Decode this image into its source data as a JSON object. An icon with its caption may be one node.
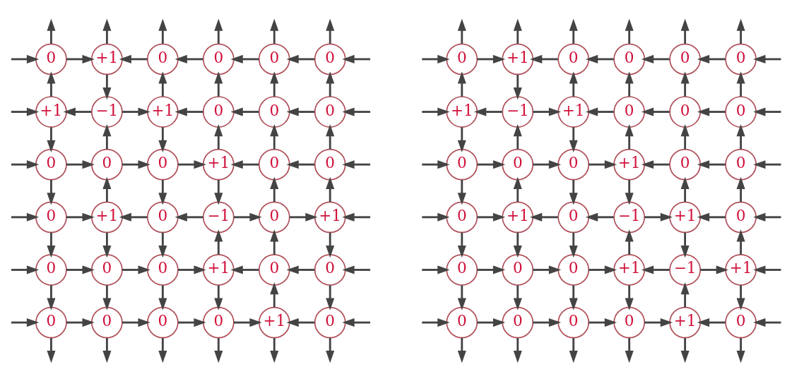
{
  "diagram": {
    "nodes": [
      {
        "text": [
          "0"
        ]
      },
      {
        "text": [
          "+1"
        ]
      },
      {
        "text": [
          "0"
        ]
      },
      {
        "text": [
          "0"
        ]
      },
      {
        "text": [
          "0"
        ]
      },
      {
        "text": [
          "0"
        ]
      },
      {
        "text": [
          "+1"
        ]
      },
      {
        "text": [
          "−1"
        ]
      },
      {
        "text": [
          "+1"
        ]
      },
      {
        "text": [
          "0"
        ]
      },
      {
        "text": [
          "0"
        ]
      },
      {
        "text": [
          "0"
        ]
      },
      {
        "text": [
          "0"
        ]
      },
      {
        "text": [
          "0"
        ]
      },
      {
        "text": [
          "0"
        ]
      },
      {
        "text": [
          "+1"
        ]
      },
      {
        "text": [
          "0"
        ]
      },
      {
        "text": [
          "0"
        ]
      },
      {
        "text": [
          "0"
        ]
      },
      {
        "text": [
          "+1"
        ]
      },
      {
        "text": [
          "0"
        ]
      },
      {
        "text": [
          "−1"
        ]
      },
      {
        "text": [
          "0"
        ]
      },
      {
        "text": [
          "+1"
        ]
      },
      {
        "text": [
          "0"
        ]
      },
      {
        "text": [
          "0"
        ]
      },
      {
        "text": [
          "0"
        ]
      },
      {
        "text": [
          "+1"
        ]
      },
      {
        "text": [
          "0"
        ]
      },
      {
        "text": [
          "0"
        ]
      },
      {
        "text": [
          "0"
        ]
      },
      {
        "text": [
          "0"
        ]
      },
      {
        "text": [
          "0"
        ]
      },
      {
        "text": [
          "0"
        ]
      },
      {
        "text": [
          "+1"
        ]
      },
      {
        "text": [
          "0"
        ]
      },
      {
        "text": [
          "0"
        ]
      },
      {
        "text": [
          "+1"
        ]
      },
      {
        "text": [
          "0"
        ]
      },
      {
        "text": [
          "0"
        ]
      },
      {
        "text": [
          "0"
        ]
      },
      {
        "text": [
          "0"
        ]
      },
      {
        "text": [
          "+1"
        ]
      },
      {
        "text": [
          "−1"
        ]
      },
      {
        "text": [
          "+1"
        ]
      },
      {
        "text": [
          "0"
        ]
      },
      {
        "text": [
          "0"
        ]
      },
      {
        "text": [
          "0"
        ]
      },
      {
        "text": [
          "0"
        ]
      },
      {
        "text": [
          "0"
        ]
      },
      {
        "text": [
          "0"
        ]
      },
      {
        "text": [
          "+1"
        ]
      },
      {
        "text": [
          "0"
        ]
      },
      {
        "text": [
          "0"
        ]
      },
      {
        "text": [
          "0"
        ]
      },
      {
        "text": [
          "+1"
        ]
      },
      {
        "text": [
          "0"
        ]
      },
      {
        "text": [
          "−1"
        ]
      },
      {
        "text": [
          "+1"
        ]
      },
      {
        "text": [
          "0"
        ]
      },
      {
        "text": [
          "0"
        ]
      },
      {
        "text": [
          "0"
        ]
      },
      {
        "text": [
          "0"
        ]
      },
      {
        "text": [
          "+1"
        ]
      },
      {
        "text": [
          "−1"
        ]
      },
      {
        "text": [
          "+1"
        ]
      },
      {
        "text": [
          "0"
        ]
      },
      {
        "text": [
          "0"
        ]
      },
      {
        "text": [
          "0"
        ]
      },
      {
        "text": [
          "0"
        ]
      },
      {
        "text": [
          "+1"
        ]
      },
      {
        "text": [
          "0"
        ]
      }
    ],
    "edges": [
      {
        "from": null,
        "to": 0,
        "arrow": "to"
      },
      {
        "from": 0,
        "to": 1,
        "arrow": "to"
      },
      {
        "from": 2,
        "to": 1,
        "arrow": "to"
      },
      {
        "from": 3,
        "to": 2,
        "arrow": "to"
      },
      {
        "from": 4,
        "to": 3,
        "arrow": "to"
      },
      {
        "from": 5,
        "to": 4,
        "arrow": "to"
      },
      {
        "from": null,
        "to": 5,
        "arrow": "to"
      },
      {
        "from": null,
        "to": 6,
        "arrow": "to"
      },
      {
        "from": 7,
        "to": 6,
        "arrow": "to"
      },
      {
        "from": 7,
        "to": 8,
        "arrow": "to"
      },
      {
        "from": 9,
        "to": 8,
        "arrow": "to"
      },
      {
        "from": 10,
        "to": 9,
        "arrow": "to"
      },
      {
        "from": 11,
        "to": 10,
        "arrow": "to"
      },
      {
        "from": null,
        "to": 11,
        "arrow": "to"
      },
      {
        "from": null,
        "to": 12,
        "arrow": "to"
      },
      {
        "from": 12,
        "to": 13,
        "arrow": "to"
      },
      {
        "from": 13,
        "to": 14,
        "arrow": "to"
      },
      {
        "from": 14,
        "to": 15,
        "arrow": "to"
      },
      {
        "from": 16,
        "to": 15,
        "arrow": "to"
      },
      {
        "from": 17,
        "to": 16,
        "arrow": "to"
      },
      {
        "from": null,
        "to": 17,
        "arrow": "to"
      },
      {
        "from": null,
        "to": 18,
        "arrow": "to"
      },
      {
        "from": 18,
        "to": 19,
        "arrow": "to"
      },
      {
        "from": 20,
        "to": 19,
        "arrow": "to"
      },
      {
        "from": 21,
        "to": 20,
        "arrow": "to"
      },
      {
        "from": 21,
        "to": 22,
        "arrow": "to"
      },
      {
        "from": 22,
        "to": 23,
        "arrow": "to"
      },
      {
        "from": null,
        "to": 23,
        "arrow": "to"
      },
      {
        "from": null,
        "to": 24,
        "arrow": "to"
      },
      {
        "from": 24,
        "to": 25,
        "arrow": "to"
      },
      {
        "from": 25,
        "to": 26,
        "arrow": "to"
      },
      {
        "from": 26,
        "to": 27,
        "arrow": "to"
      },
      {
        "from": 28,
        "to": 27,
        "arrow": "to"
      },
      {
        "from": 29,
        "to": 28,
        "arrow": "to"
      },
      {
        "from": null,
        "to": 29,
        "arrow": "to"
      },
      {
        "from": null,
        "to": 30,
        "arrow": "to"
      },
      {
        "from": 30,
        "to": 31,
        "arrow": "to"
      },
      {
        "from": 31,
        "to": 32,
        "arrow": "to"
      },
      {
        "from": 32,
        "to": 33,
        "arrow": "to"
      },
      {
        "from": 33,
        "to": 34,
        "arrow": "to"
      },
      {
        "from": 35,
        "to": 34,
        "arrow": "to"
      },
      {
        "from": null,
        "to": 35,
        "arrow": "to"
      },
      {
        "from": 0,
        "to": null,
        "arrow": "to"
      },
      {
        "from": 6,
        "to": 0,
        "arrow": "to"
      },
      {
        "from": 6,
        "to": 12,
        "arrow": "to"
      },
      {
        "from": 12,
        "to": 18,
        "arrow": "to"
      },
      {
        "from": 18,
        "to": 24,
        "arrow": "to"
      },
      {
        "from": 24,
        "to": 30,
        "arrow": "to"
      },
      {
        "from": 30,
        "to": null,
        "arrow": "to"
      },
      {
        "from": 1,
        "to": null,
        "arrow": "to"
      },
      {
        "from": 1,
        "to": 7,
        "arrow": "to"
      },
      {
        "from": 13,
        "to": 7,
        "arrow": "to"
      },
      {
        "from": 19,
        "to": 13,
        "arrow": "to"
      },
      {
        "from": 19,
        "to": 25,
        "arrow": "to"
      },
      {
        "from": 25,
        "to": 31,
        "arrow": "to"
      },
      {
        "from": 31,
        "to": null,
        "arrow": "to"
      },
      {
        "from": 2,
        "to": null,
        "arrow": "to"
      },
      {
        "from": 8,
        "to": 2,
        "arrow": "to"
      },
      {
        "from": 8,
        "to": 14,
        "arrow": "to"
      },
      {
        "from": 14,
        "to": 20,
        "arrow": "to"
      },
      {
        "from": 20,
        "to": 26,
        "arrow": "to"
      },
      {
        "from": 26,
        "to": 32,
        "arrow": "to"
      },
      {
        "from": 32,
        "to": null,
        "arrow": "to"
      },
      {
        "from": 3,
        "to": null,
        "arrow": "to"
      },
      {
        "from": 9,
        "to": 3,
        "arrow": "to"
      },
      {
        "from": 15,
        "to": 9,
        "arrow": "to"
      },
      {
        "from": 15,
        "to": 21,
        "arrow": "to"
      },
      {
        "from": 27,
        "to": 21,
        "arrow": "to"
      },
      {
        "from": 27,
        "to": 33,
        "arrow": "to"
      },
      {
        "from": 33,
        "to": null,
        "arrow": "to"
      },
      {
        "from": 4,
        "to": null,
        "arrow": "to"
      },
      {
        "from": 10,
        "to": 4,
        "arrow": "to"
      },
      {
        "from": 16,
        "to": 10,
        "arrow": "to"
      },
      {
        "from": 22,
        "to": 16,
        "arrow": "to"
      },
      {
        "from": 28,
        "to": 22,
        "arrow": "to"
      },
      {
        "from": 34,
        "to": 28,
        "arrow": "to"
      },
      {
        "from": 34,
        "to": null,
        "arrow": "to"
      },
      {
        "from": 5,
        "to": null,
        "arrow": "to"
      },
      {
        "from": 11,
        "to": 5,
        "arrow": "to"
      },
      {
        "from": 17,
        "to": 11,
        "arrow": "to"
      },
      {
        "from": 23,
        "to": 17,
        "arrow": "to"
      },
      {
        "from": 23,
        "to": 29,
        "arrow": "to"
      },
      {
        "from": 29,
        "to": 35,
        "arrow": "to"
      },
      {
        "from": 35,
        "to": null,
        "arrow": "to"
      },
      {
        "from": null,
        "to": 36,
        "arrow": "to"
      },
      {
        "from": 36,
        "to": 37,
        "arrow": "to"
      },
      {
        "from": 38,
        "to": 37,
        "arrow": "to"
      },
      {
        "from": 39,
        "to": 38,
        "arrow": "to"
      },
      {
        "from": 40,
        "to": 39,
        "arrow": "to"
      },
      {
        "from": 41,
        "to": 40,
        "arrow": "to"
      },
      {
        "from": null,
        "to": 41,
        "arrow": "to"
      },
      {
        "from": null,
        "to": 42,
        "arrow": "to"
      },
      {
        "from": 43,
        "to": 42,
        "arrow": "to"
      },
      {
        "from": 43,
        "to": 44,
        "arrow": "to"
      },
      {
        "from": 45,
        "to": 44,
        "arrow": "to"
      },
      {
        "from": 46,
        "to": 45,
        "arrow": "to"
      },
      {
        "from": 47,
        "to": 46,
        "arrow": "to"
      },
      {
        "from": null,
        "to": 47,
        "arrow": "to"
      },
      {
        "from": null,
        "to": 48,
        "arrow": "to"
      },
      {
        "from": 48,
        "to": 49,
        "arrow": "to"
      },
      {
        "from": 49,
        "to": 50,
        "arrow": "to"
      },
      {
        "from": 50,
        "to": 51,
        "arrow": "to"
      },
      {
        "from": 52,
        "to": 51,
        "arrow": "to"
      },
      {
        "from": 53,
        "to": 52,
        "arrow": "to"
      },
      {
        "from": null,
        "to": 53,
        "arrow": "to"
      },
      {
        "from": null,
        "to": 54,
        "arrow": "to"
      },
      {
        "from": 54,
        "to": 55,
        "arrow": "to"
      },
      {
        "from": 56,
        "to": 55,
        "arrow": "to"
      },
      {
        "from": 57,
        "to": 56,
        "arrow": "to"
      },
      {
        "from": 57,
        "to": 58,
        "arrow": "to"
      },
      {
        "from": 59,
        "to": 58,
        "arrow": "to"
      },
      {
        "from": null,
        "to": 59,
        "arrow": "to"
      },
      {
        "from": null,
        "to": 60,
        "arrow": "to"
      },
      {
        "from": 60,
        "to": 61,
        "arrow": "to"
      },
      {
        "from": 61,
        "to": 62,
        "arrow": "to"
      },
      {
        "from": 62,
        "to": 63,
        "arrow": "to"
      },
      {
        "from": 64,
        "to": 63,
        "arrow": "to"
      },
      {
        "from": 64,
        "to": 65,
        "arrow": "to"
      },
      {
        "from": null,
        "to": 65,
        "arrow": "to"
      },
      {
        "from": null,
        "to": 66,
        "arrow": "to"
      },
      {
        "from": 66,
        "to": 67,
        "arrow": "to"
      },
      {
        "from": 67,
        "to": 68,
        "arrow": "to"
      },
      {
        "from": 68,
        "to": 69,
        "arrow": "to"
      },
      {
        "from": 69,
        "to": 70,
        "arrow": "to"
      },
      {
        "from": 71,
        "to": 70,
        "arrow": "to"
      },
      {
        "from": null,
        "to": 71,
        "arrow": "to"
      },
      {
        "from": 36,
        "to": null,
        "arrow": "to"
      },
      {
        "from": 42,
        "to": 36,
        "arrow": "to"
      },
      {
        "from": 42,
        "to": 48,
        "arrow": "to"
      },
      {
        "from": 48,
        "to": 54,
        "arrow": "to"
      },
      {
        "from": 54,
        "to": 60,
        "arrow": "to"
      },
      {
        "from": 60,
        "to": 66,
        "arrow": "to"
      },
      {
        "from": 66,
        "to": null,
        "arrow": "to"
      },
      {
        "from": 37,
        "to": null,
        "arrow": "to"
      },
      {
        "from": 37,
        "to": 43,
        "arrow": "to"
      },
      {
        "from": 49,
        "to": 43,
        "arrow": "to"
      },
      {
        "from": 55,
        "to": 49,
        "arrow": "to"
      },
      {
        "from": 55,
        "to": 61,
        "arrow": "to"
      },
      {
        "from": 61,
        "to": 67,
        "arrow": "to"
      },
      {
        "from": 67,
        "to": null,
        "arrow": "to"
      },
      {
        "from": 38,
        "to": null,
        "arrow": "to"
      },
      {
        "from": 44,
        "to": 38,
        "arrow": "to"
      },
      {
        "from": 44,
        "to": 50,
        "arrow": "to"
      },
      {
        "from": 50,
        "to": 56,
        "arrow": "to"
      },
      {
        "from": 56,
        "to": 62,
        "arrow": "to"
      },
      {
        "from": 62,
        "to": 68,
        "arrow": "to"
      },
      {
        "from": 68,
        "to": null,
        "arrow": "to"
      },
      {
        "from": 39,
        "to": null,
        "arrow": "to"
      },
      {
        "from": 45,
        "to": 39,
        "arrow": "to"
      },
      {
        "from": 51,
        "to": 45,
        "arrow": "to"
      },
      {
        "from": 51,
        "to": 57,
        "arrow": "to"
      },
      {
        "from": 63,
        "to": 57,
        "arrow": "to"
      },
      {
        "from": 63,
        "to": 69,
        "arrow": "to"
      },
      {
        "from": 69,
        "to": null,
        "arrow": "to"
      },
      {
        "from": 40,
        "to": null,
        "arrow": "to"
      },
      {
        "from": 46,
        "to": 40,
        "arrow": "to"
      },
      {
        "from": 52,
        "to": 46,
        "arrow": "to"
      },
      {
        "from": 58,
        "to": 52,
        "arrow": "to"
      },
      {
        "from": 58,
        "to": 64,
        "arrow": "to"
      },
      {
        "from": 70,
        "to": 64,
        "arrow": "to"
      },
      {
        "from": 70,
        "to": null,
        "arrow": "to"
      },
      {
        "from": 41,
        "to": null,
        "arrow": "to"
      },
      {
        "from": 47,
        "to": 41,
        "arrow": "to"
      },
      {
        "from": 53,
        "to": 47,
        "arrow": "to"
      },
      {
        "from": 59,
        "to": 53,
        "arrow": "to"
      },
      {
        "from": 65,
        "to": 59,
        "arrow": "to"
      },
      {
        "from": 65,
        "to": 71,
        "arrow": "to"
      },
      {
        "from": 71,
        "to": null,
        "arrow": "to"
      }
    ]
  }
}
